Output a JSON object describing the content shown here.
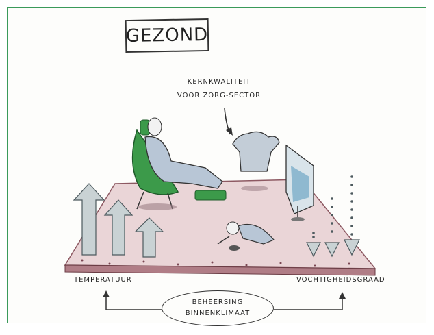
{
  "title": "GEZOND",
  "subtitle_lines": [
    "KERNKWALITEIT",
    "VOOR ZORG-SECTOR"
  ],
  "left_label": "TEMPERATUUR",
  "right_label": "VOCHTIGHEIDSGRAAD",
  "center_label_lines": [
    "BEHEERSING",
    "BINNENKLIMAAT"
  ],
  "colors": {
    "frame": "#3a9a5a",
    "floor": "#e9d3d6",
    "floor_edge": "#a06b74",
    "chair": "#3c9a4a",
    "arrow": "#c9d2d4"
  }
}
